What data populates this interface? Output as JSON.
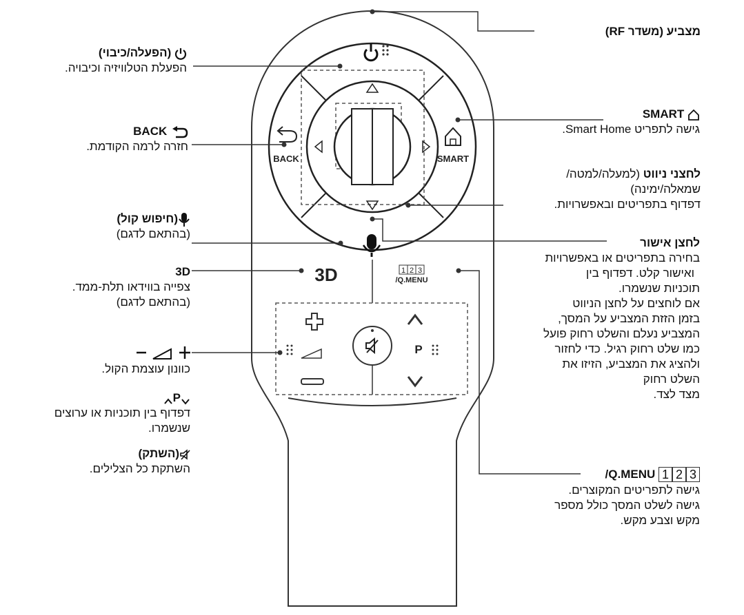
{
  "remote": {
    "power_btn": "⏻",
    "back_label": "BACK",
    "smart_label": "SMART",
    "threed_label": "3D",
    "qmenu_label": "/Q.MENU",
    "qmenu_digits": [
      "1",
      "2",
      "3"
    ],
    "p_label": "P"
  },
  "labels": {
    "rf": "מצביע (משדר RF)",
    "power_title": "(הפעלה/כיבוי)",
    "power_desc": "הפעלת הטלוויזיה וכיבויה.",
    "back_title": "BACK",
    "back_desc": "חזרה לרמה הקודמת.",
    "voice_title": "(חיפוש קול)",
    "voice_desc": "(בהתאם לדגם)",
    "threed_title": "3D",
    "threed_desc1": "צפייה בווידאו תלת-ממד.",
    "threed_desc2": "(בהתאם לדגם)",
    "volume_desc": "כוונון עוצמת הקול.",
    "ch_title": "P",
    "ch_desc1": "דפדוף בין תוכניות או ערוצים",
    "ch_desc2": "שנשמרו.",
    "mute_title": "(השתק)",
    "mute_desc": "השתקת כל הצלילים.",
    "smart_title": "SMART",
    "smart_desc": "גישה לתפריט Smart Home.",
    "nav_title": "לחצני ניווט",
    "nav_title_rest": "(למעלה/למטה/",
    "nav_line2": "שמאלה/ימינה)",
    "nav_line3": "דפדוף בתפריטים ובאפשרויות.",
    "ok_title": "לחצן אישור",
    "ok_lines": [
      "בחירה בתפריטים או באפשרויות",
      "ואישור קלט. דפדוף בין",
      "תוכניות שנשמרו.",
      "אם לוחצים על לחצן הניווט",
      "בזמן הזזת המצביע על המסך,",
      "המצביע נעלם והשלט רחוק פועל",
      "כמו שלט רחוק רגיל. כדי לחזור",
      "ולהציג את המצביע, הזיזו את",
      "השלט רחוק",
      "מצד לצד."
    ],
    "qmenu_title": "Q.MENU/",
    "qmenu_digits": [
      "1",
      "2",
      "3"
    ],
    "qmenu_lines": [
      "גישה לתפריטים המקוצרים.",
      "גישה לשלט המסך כולל מספר",
      "מקש וצבע מקש."
    ]
  },
  "colors": {
    "line": "#333333",
    "dash": "#555555",
    "text": "#111111"
  }
}
